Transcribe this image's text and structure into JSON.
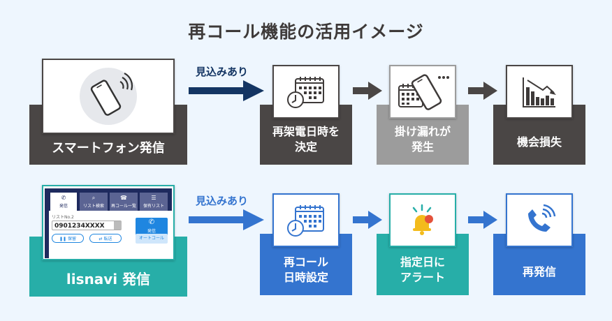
{
  "title": "再コール機能の活用イメージ",
  "colors": {
    "background": "#eef6fe",
    "dark": "#4a4645",
    "gray": "#9c9c9c",
    "navy_arrow": "#143563",
    "blue": "#3474cf",
    "teal": "#27aea8",
    "bell": "#f3bb1c",
    "alert_dot": "#e4523b"
  },
  "rows": [
    {
      "name": "smartphone-flow",
      "arrow_label": "見込みあり",
      "steps": [
        {
          "label": "スマートフォン発信",
          "icon": "smartphone-ringing-icon",
          "color": "dark"
        },
        {
          "label": "再架電日時を\n決定",
          "icon": "calendar-clock-icon",
          "color": "dark"
        },
        {
          "label": "掛け漏れが\n発生",
          "icon": "calendar-phone-icon",
          "color": "gray"
        },
        {
          "label": "機会損失",
          "icon": "declining-chart-icon",
          "color": "dark"
        }
      ]
    },
    {
      "name": "lisnavi-flow",
      "arrow_label": "見込みあり",
      "steps": [
        {
          "label": "lisnavi 発信",
          "icon": "lisnavi-app-screenshot",
          "color": "teal"
        },
        {
          "label": "再コール\n日時設定",
          "icon": "calendar-clock-icon",
          "color": "blue"
        },
        {
          "label": "指定日に\nアラート",
          "icon": "bell-alert-icon",
          "color": "teal"
        },
        {
          "label": "再発信",
          "icon": "phone-call-icon",
          "color": "blue"
        }
      ]
    }
  ],
  "app": {
    "tabs": [
      "発信",
      "リスト検索",
      "再コール一覧",
      "保有リスト"
    ],
    "list_label": "リストNo.2",
    "phone_number": "0901234XXXX",
    "call_button": "発信",
    "hold_button": "保留",
    "transfer_button": "転送",
    "autocall_button": "オートコール"
  }
}
